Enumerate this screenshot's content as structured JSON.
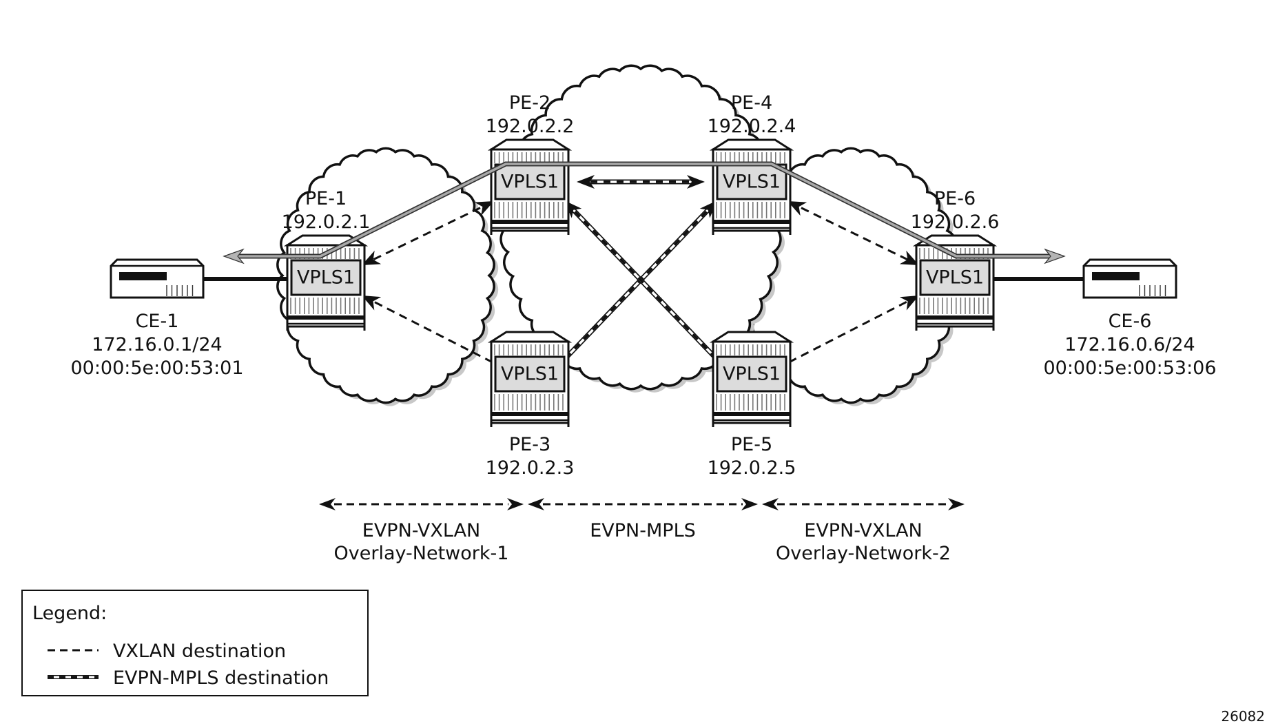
{
  "diagram": {
    "title": "EVPN-VXLAN to EVPN-MPLS interconnect topology",
    "figure_id": "26082",
    "colors": {
      "line": "#111111",
      "vpls_fill": "#dcdcdc",
      "traffic_path": "#a8a8a8",
      "cloud_shadow": "#c8c8c8"
    },
    "nodes": [
      {
        "id": "PE-1",
        "name": "PE-1",
        "address": "192.0.2.1",
        "service": "VPLS1",
        "type": "pe"
      },
      {
        "id": "PE-2",
        "name": "PE-2",
        "address": "192.0.2.2",
        "service": "VPLS1",
        "type": "pe"
      },
      {
        "id": "PE-3",
        "name": "PE-3",
        "address": "192.0.2.3",
        "service": "VPLS1",
        "type": "pe"
      },
      {
        "id": "PE-4",
        "name": "PE-4",
        "address": "192.0.2.4",
        "service": "VPLS1",
        "type": "pe"
      },
      {
        "id": "PE-5",
        "name": "PE-5",
        "address": "192.0.2.5",
        "service": "VPLS1",
        "type": "pe"
      },
      {
        "id": "PE-6",
        "name": "PE-6",
        "address": "192.0.2.6",
        "service": "VPLS1",
        "type": "pe"
      },
      {
        "id": "CE-1",
        "name": "CE-1",
        "address": "172.16.0.1/24",
        "mac": "00:00:5e:00:53:01",
        "type": "ce"
      },
      {
        "id": "CE-6",
        "name": "CE-6",
        "address": "172.16.0.6/24",
        "mac": "00:00:5e:00:53:06",
        "type": "ce"
      }
    ],
    "links": [
      {
        "from": "CE-1",
        "to": "PE-1",
        "kind": "access"
      },
      {
        "from": "PE-6",
        "to": "CE-6",
        "kind": "access"
      },
      {
        "from": "PE-2",
        "to": "PE-1",
        "kind": "vxlan",
        "arrows": "both"
      },
      {
        "from": "PE-3",
        "to": "PE-1",
        "kind": "vxlan",
        "arrows": "end"
      },
      {
        "from": "PE-4",
        "to": "PE-6",
        "kind": "vxlan",
        "arrows": "both"
      },
      {
        "from": "PE-5",
        "to": "PE-6",
        "kind": "vxlan",
        "arrows": "end"
      },
      {
        "from": "PE-2",
        "to": "PE-4",
        "kind": "mpls",
        "arrows": "both"
      },
      {
        "from": "PE-3",
        "to": "PE-4",
        "kind": "mpls",
        "arrows": "end"
      },
      {
        "from": "PE-5",
        "to": "PE-2",
        "kind": "mpls",
        "arrows": "end"
      }
    ],
    "traffic_path": [
      "PE-6",
      "PE-4",
      "PE-2",
      "PE-1",
      "CE-1"
    ],
    "segments": [
      {
        "line1": "EVPN-VXLAN",
        "line2": "Overlay-Network-1"
      },
      {
        "line1": "EVPN-MPLS",
        "line2": ""
      },
      {
        "line1": "EVPN-VXLAN",
        "line2": "Overlay-Network-2"
      }
    ],
    "legend": {
      "title": "Legend:",
      "items": [
        {
          "label": "VXLAN destination",
          "style": "vxlan"
        },
        {
          "label": "EVPN-MPLS destination",
          "style": "mpls"
        }
      ]
    }
  }
}
